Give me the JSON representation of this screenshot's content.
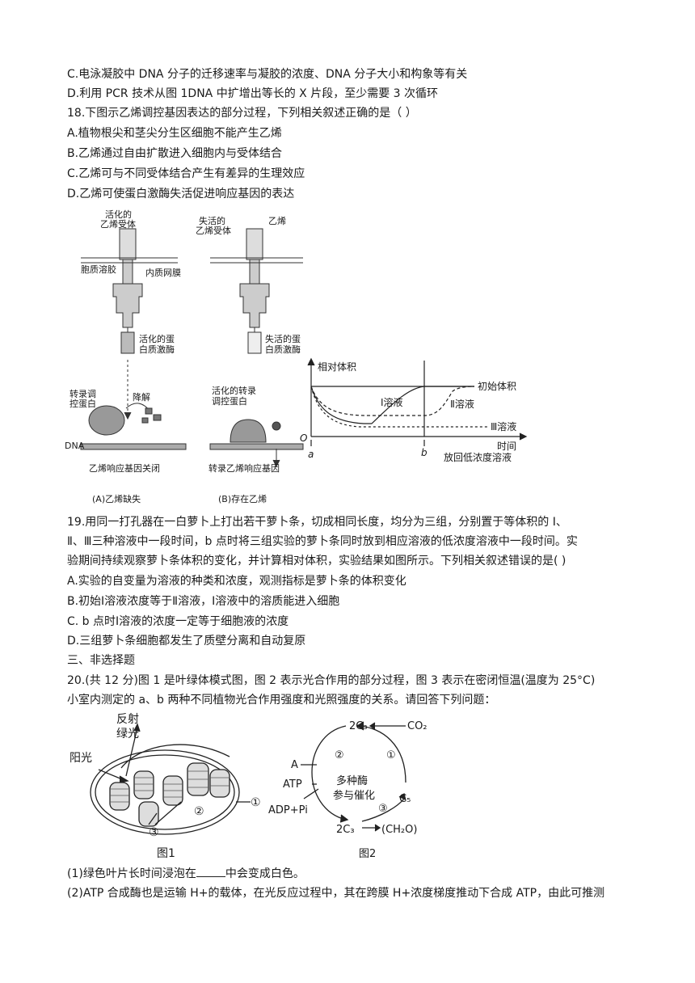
{
  "q17": {
    "opt_c": "C.电泳凝胶中 DNA 分子的迁移速率与凝胶的浓度、DNA 分子大小和构象等有关",
    "opt_d": "D.利用 PCR 技术从图 1DNA 中扩增出等长的 X 片段，至少需要 3 次循环"
  },
  "q18": {
    "stem": "18.下图示乙烯调控基因表达的部分过程，下列相关叙述正确的是（    ）",
    "opt_a": "A.植物根尖和茎尖分生区细胞不能产生乙烯",
    "opt_b": "B.乙烯通过自由扩散进入细胞内与受体结合",
    "opt_c": "C.乙烯可与不同受体结合产生有差异的生理效应",
    "opt_d": "D.乙烯可使蛋白激酶失活促进响应基因的表达"
  },
  "fig_ethylene": {
    "activated_receptor": [
      "活化的",
      "乙烯受体"
    ],
    "inactive_receptor": [
      "失活的",
      "乙烯受体"
    ],
    "ethylene": "乙烯",
    "cytosol": "胞质溶胶",
    "er_membrane": "内质网膜",
    "active_kinase": [
      "活化的蛋",
      "白质激酶"
    ],
    "inactive_kinase": [
      "失活的蛋",
      "白质激酶"
    ],
    "tf": [
      "转录调",
      "控蛋白"
    ],
    "degrade": "降解",
    "active_tf": [
      "活化的转录",
      "调控蛋白"
    ],
    "dna": "DNA",
    "gene_off": "乙烯响应基因关闭",
    "gene_on": "转录乙烯响应基因",
    "caption_a": "(A)乙烯缺失",
    "caption_b": "(B)存在乙烯"
  },
  "fig_volume": {
    "ylabel": "相对体积",
    "initial": "初始体积",
    "sol1": "Ⅰ溶液",
    "sol2": "Ⅱ溶液",
    "sol3": "Ⅲ溶液",
    "origin": "O",
    "point_a": "a",
    "point_b": "b",
    "xlabel": "时间",
    "note": "放回低浓度溶液"
  },
  "q19": {
    "stem_1": "19.用同一打孔器在一白萝卜上打出若干萝卜条，切成相同长度，均分为三组，分别置于等体积的 Ⅰ、",
    "stem_2": "Ⅱ、Ⅲ三种溶液中一段时间，b 点时将三组实验的萝卜条同时放到相应溶液的低浓度溶液中一段时间。实",
    "stem_3": "验期间持续观察萝卜条体积的变化，并计算相对体积，实验结果如图所示。下列相关叙述错误的是(     )",
    "opt_a": "A.实验的自变量为溶液的种类和浓度，观测指标是萝卜条的体积变化",
    "opt_b": "B.初始Ⅰ溶液浓度等于Ⅱ溶液，Ⅰ溶液中的溶质能进入细胞",
    "opt_c": "C.  b 点时Ⅰ溶液的浓度一定等于细胞液的浓度",
    "opt_d": "D.三组萝卜条细胞都发生了质壁分离和自动复原"
  },
  "section3": "三、非选择题",
  "q20": {
    "stem_1": "20.(共 12 分)图 1 是叶绿体模式图，图 2 表示光合作用的部分过程，图 3 表示在密闭恒温(温度为  25°C)",
    "stem_2": "小室内测定的 a、b 两种不同植物光合作用强度和光照强度的关系。请回答下列问题：",
    "sub1_pre": "(1)绿色叶片长时间浸泡在",
    "sub1_post": "中会变成白色。",
    "sub2": "(2)ATP 合成酶也是运输 H+的载体，在光反应过程中，其在跨膜 H+浓度梯度推动下合成 ATP，由此可推测"
  },
  "fig_chloro": {
    "reflect": [
      "反射",
      "绿光"
    ],
    "sunlight": "阳光",
    "n1": "①",
    "n2": "②",
    "n3": "③",
    "caption": "图1"
  },
  "fig_cycle": {
    "c3_top": "2C₃",
    "co2": "CO₂",
    "a": "A",
    "atp": "ATP",
    "adp": "ADP+Pi",
    "enzymes": [
      "多种酶",
      "参与催化"
    ],
    "c5": "C₅",
    "c3_bottom": "2C₃",
    "ch2o": "(CH₂O)",
    "n1": "①",
    "n2": "②",
    "n3": "③",
    "caption": "图2"
  }
}
